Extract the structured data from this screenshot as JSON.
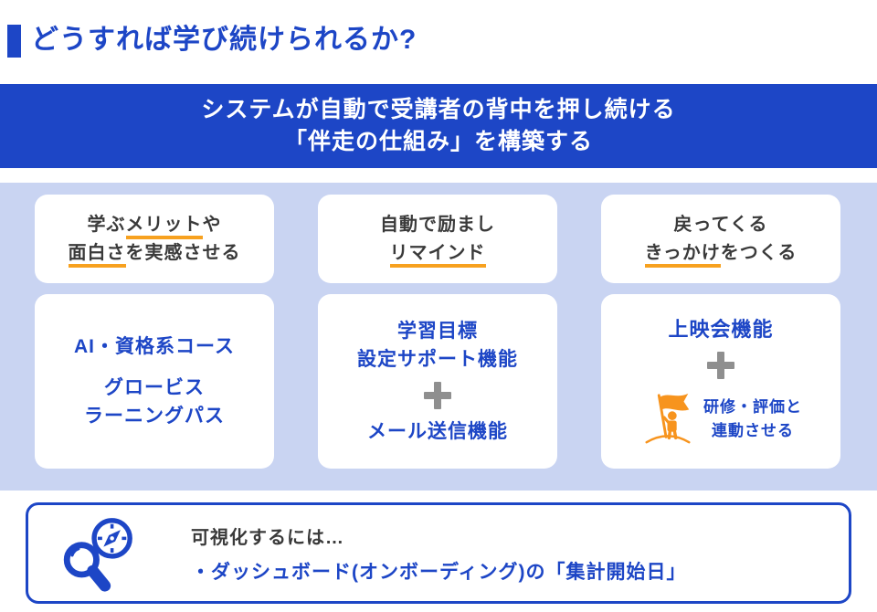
{
  "title": "どうすれば学び続けられるか?",
  "banner": {
    "line1": "システムが自動で受講者の背中を押し続ける",
    "line2": "「伴走の仕組み」を構築する"
  },
  "columns": [
    {
      "header": {
        "l1a": "学ぶ",
        "l1b": "メリット",
        "l1c": "や",
        "l2a": "面白さ",
        "l2b": "を実感させる"
      },
      "content": {
        "t1": "AI・資格系コース",
        "t2": "グロービス",
        "t3": "ラーニングパス"
      }
    },
    {
      "header": {
        "l1": "自動で励まし",
        "l2": "リマインド"
      },
      "content": {
        "t1": "学習目標",
        "t2": "設定サポート機能",
        "plus": "+",
        "t3": "メール送信機能"
      }
    },
    {
      "header": {
        "l1": "戻ってくる",
        "l2a": "きっかけ",
        "l2b": "をつくる"
      },
      "content": {
        "t1": "上映会機能",
        "plus": "+",
        "t2": "研修・評価と",
        "t3": "連動させる"
      }
    }
  ],
  "footer": {
    "line1": "可視化するには…",
    "line2": "・ダッシュボード(オンボーディング)の「集計開始日」"
  },
  "icons": {
    "plus": "plus-icon",
    "flag_person": "flag-person-icon",
    "magnifier_compass": "magnifier-compass-icon"
  },
  "colors": {
    "primary_blue": "#1d46c6",
    "light_blue": "#c9d4f2",
    "underline_orange": "#f7a11f",
    "flag_orange": "#f7941e",
    "text_dark": "#3a3a3a",
    "plus_gray": "#8f8f8f"
  }
}
